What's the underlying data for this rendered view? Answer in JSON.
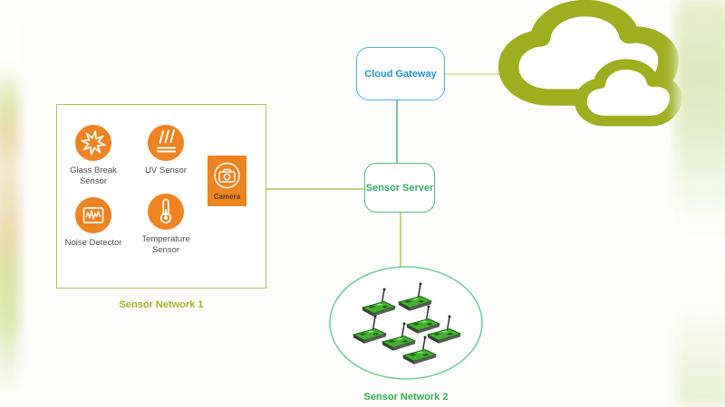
{
  "network1": {
    "label": "Sensor Network 1",
    "sensors": [
      {
        "name": "glass-break-sensor",
        "label": "Glass Break Sensor"
      },
      {
        "name": "uv-sensor",
        "label": "UV Sensor"
      },
      {
        "name": "noise-detector",
        "label": "Noise Detector"
      },
      {
        "name": "temperature-sensor",
        "label": "Temperature Sensor"
      }
    ],
    "camera": {
      "label": "Camera"
    }
  },
  "cloud_gateway": {
    "label": "Cloud Gateway"
  },
  "sensor_server": {
    "label": "Sensor Server"
  },
  "network2": {
    "label": "Sensor Network 2",
    "mote_count": 7
  },
  "connections": [
    {
      "from": "Sensor Network 1",
      "to": "Sensor Server"
    },
    {
      "from": "Cloud Gateway",
      "to": "Sensor Server"
    },
    {
      "from": "Cloud Gateway",
      "to": "Cloud"
    },
    {
      "from": "Sensor Server",
      "to": "Sensor Network 2"
    }
  ],
  "colors": {
    "icon_orange": "#ee8321",
    "cloud_olive": "#9dae1e",
    "network1_label": "#a4b21d",
    "gateway_border": "#48b1e4",
    "gateway_text": "#2195d5",
    "server_border": "#56bd84",
    "server_text": "#2fae67",
    "network2_text": "#2eb051",
    "line_olive": "#b7c257",
    "line_green": "#69b183",
    "line_light_olive": "#dde6a8",
    "ellipse_green": "#72cf97"
  }
}
